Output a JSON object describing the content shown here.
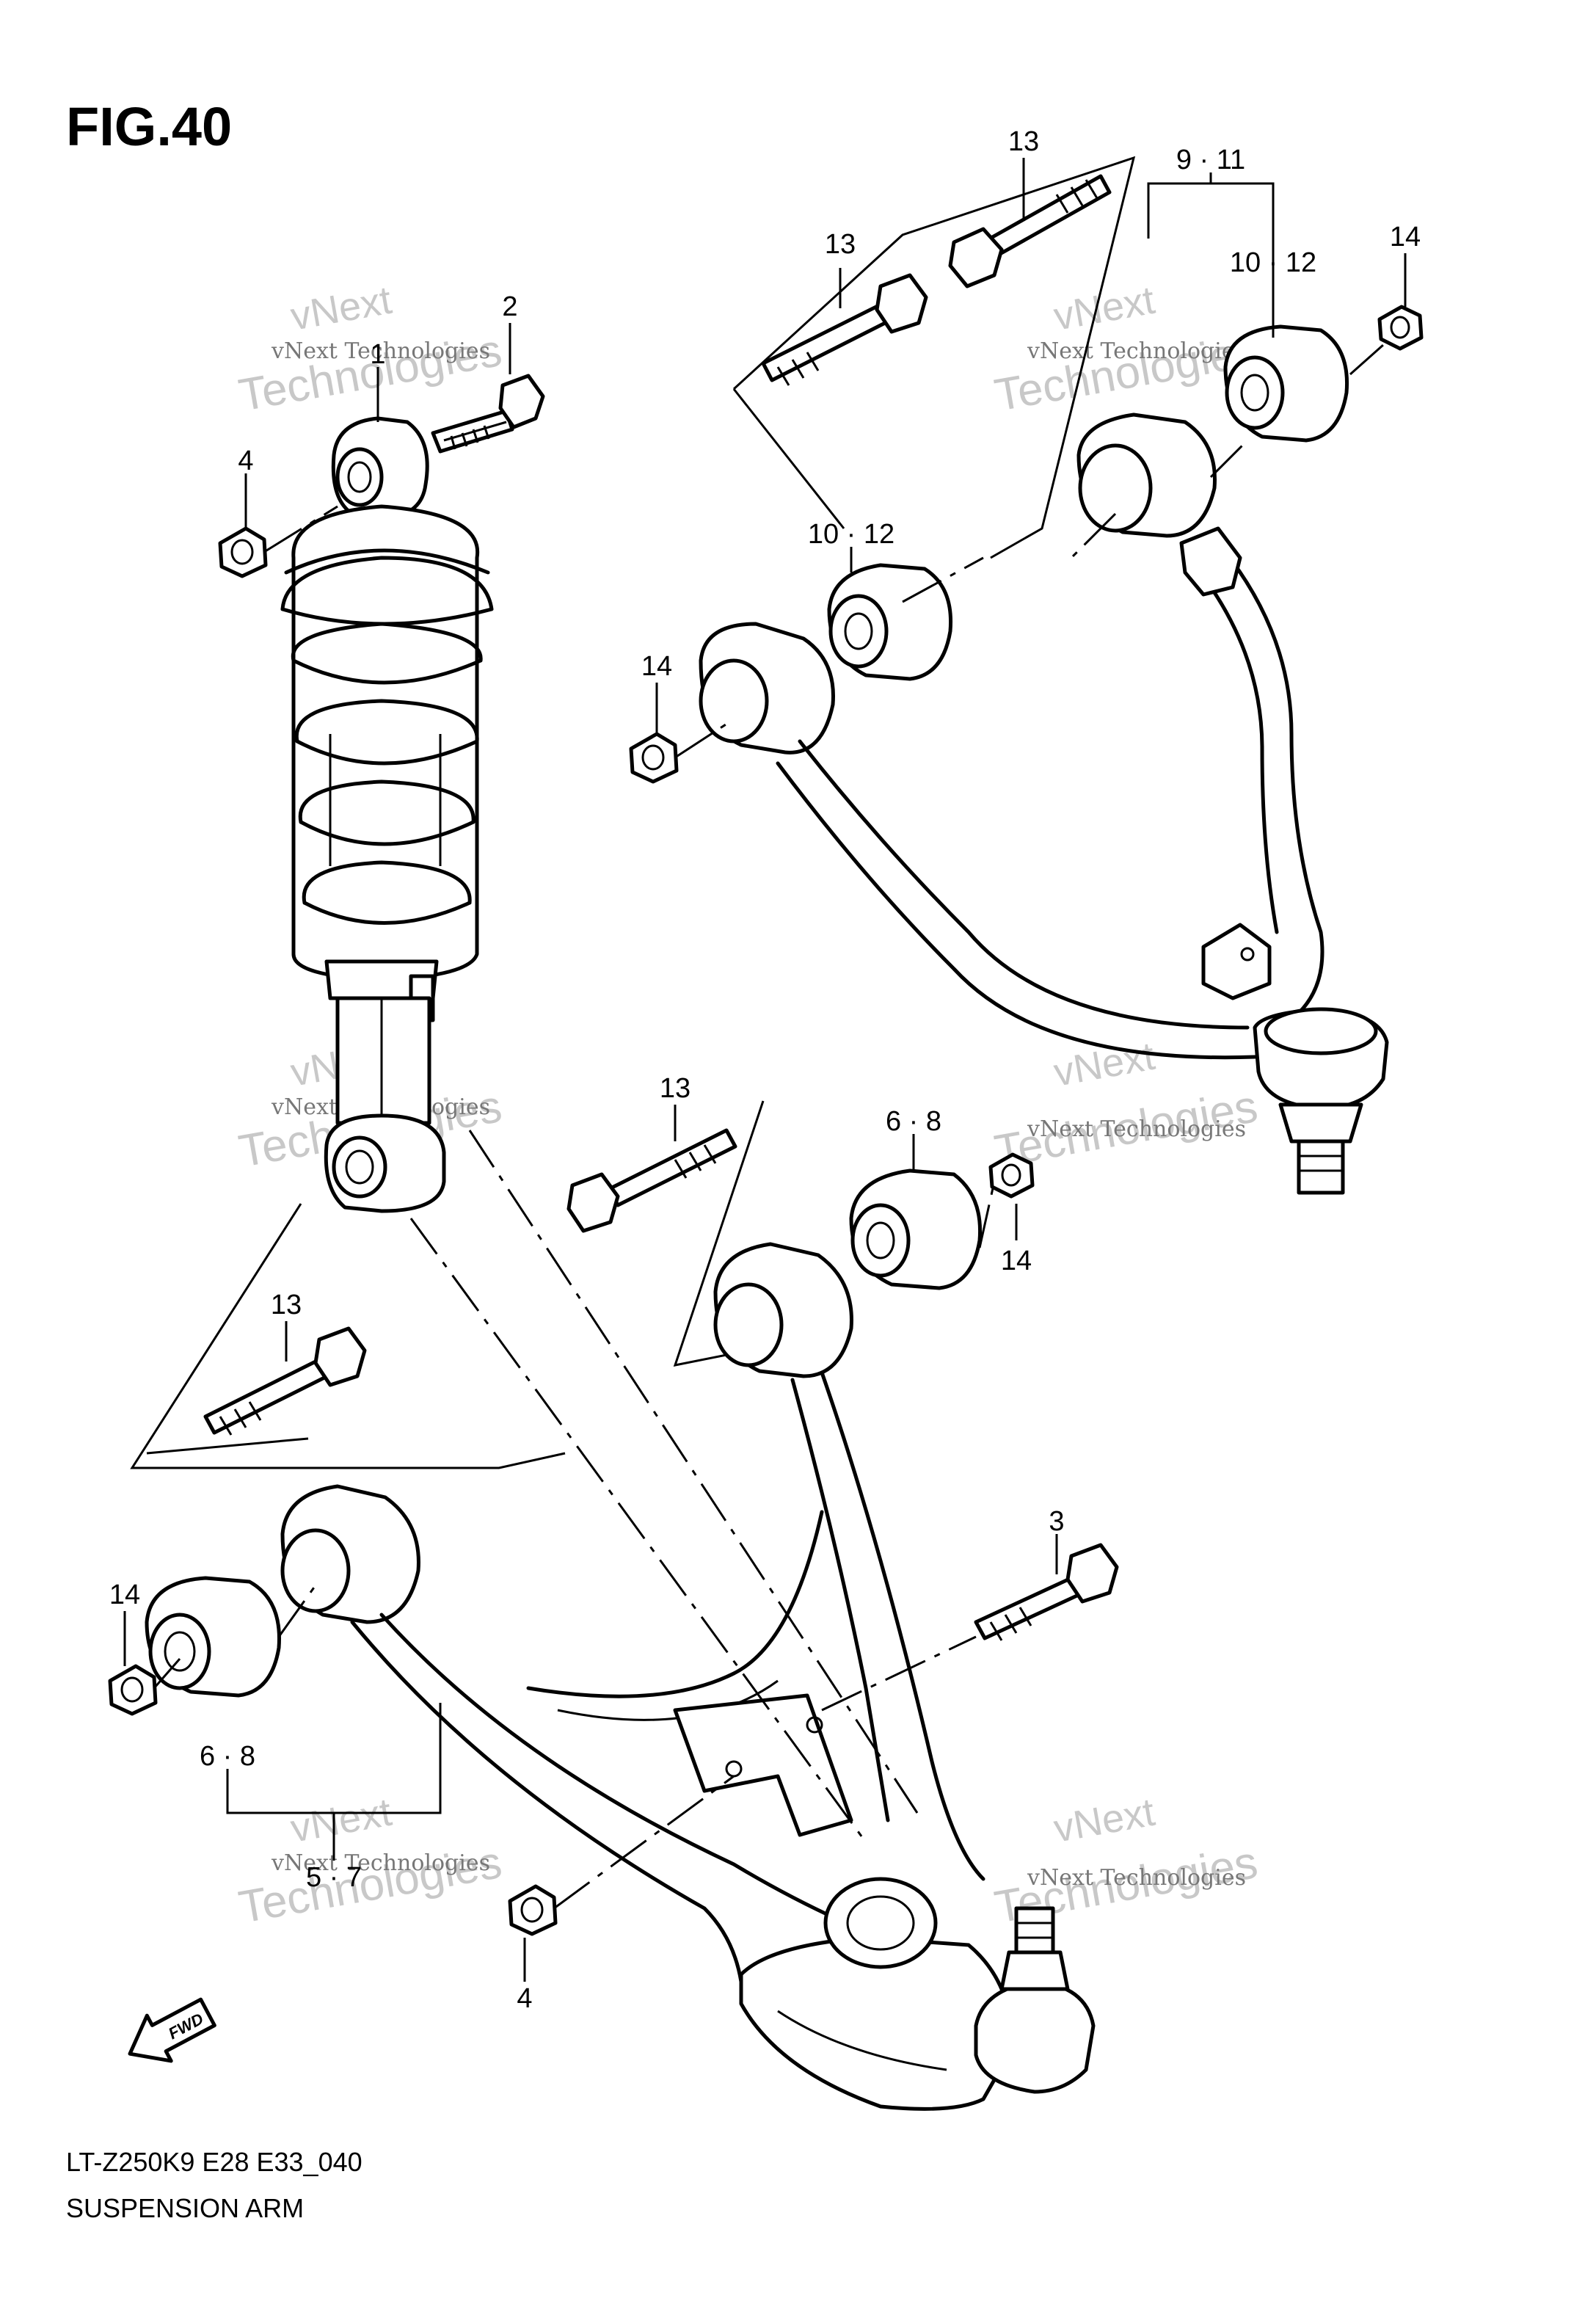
{
  "figure": {
    "title": "FIG.40",
    "model_code": "LT-Z250K9 E28 E33_040",
    "section_name": "SUSPENSION ARM"
  },
  "callouts": [
    {
      "id": "shock",
      "label": "1"
    },
    {
      "id": "bolt-shock-top",
      "label": "2"
    },
    {
      "id": "bolt-lower-arm",
      "label": "3"
    },
    {
      "id": "nut-shock-top",
      "label": "4"
    },
    {
      "id": "nut-lower-front",
      "label": "4"
    },
    {
      "id": "bushing-lower-rear",
      "label": "6 · 8"
    },
    {
      "id": "bushing-lower-front",
      "label": "6 · 8"
    },
    {
      "id": "lower-arm",
      "label": "5 · 7"
    },
    {
      "id": "upper-arm",
      "label": "9 · 11"
    },
    {
      "id": "bushing-upper-rear",
      "label": "10 · 12"
    },
    {
      "id": "bushing-upper-front",
      "label": "10 · 12"
    },
    {
      "id": "bolt-upper-rear",
      "label": "13"
    },
    {
      "id": "bolt-upper-front",
      "label": "13"
    },
    {
      "id": "bolt-lower-rear",
      "label": "13"
    },
    {
      "id": "bolt-lower-front",
      "label": "13"
    },
    {
      "id": "nut-upper-rear",
      "label": "14"
    },
    {
      "id": "nut-upper-front",
      "label": "14"
    },
    {
      "id": "nut-lower-rear",
      "label": "14"
    },
    {
      "id": "nut-lower-front-2",
      "label": "14"
    }
  ],
  "watermark": {
    "line1": "vNext Technologies",
    "big_a": "vNext",
    "big_b": "Technologies"
  },
  "fwd_label": "FWD"
}
